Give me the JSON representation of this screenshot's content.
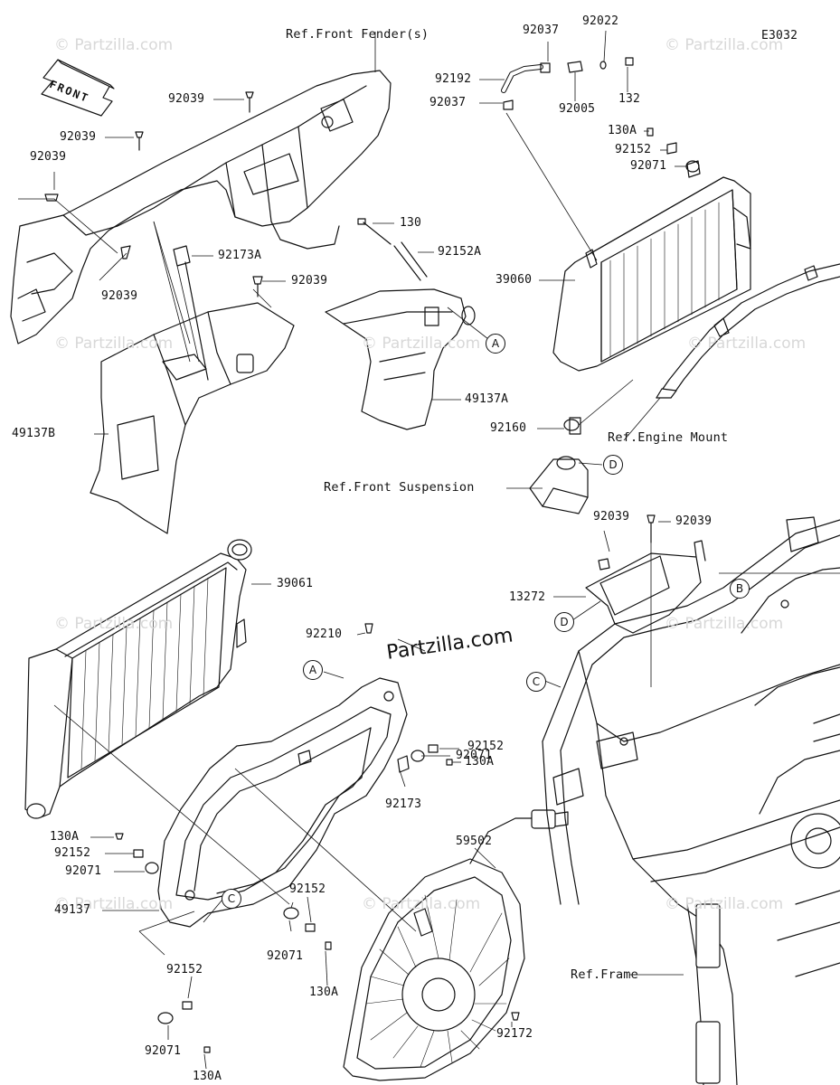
{
  "diagram_code": "E3032",
  "front_arrow_label": "FRONT",
  "brand_watermark": "Partzilla.com",
  "faint_watermark": "© Partzilla.com",
  "refs": {
    "front_fender": "Ref.Front Fender(s)",
    "engine_mount": "Ref.Engine Mount",
    "front_suspension": "Ref.Front Suspension",
    "frame": "Ref.Frame"
  },
  "callouts": {
    "a_upper": "A",
    "a_lower": "A",
    "b": "B",
    "c_left": "C",
    "c_right": "C",
    "d_upper": "D",
    "d_lower": "D"
  },
  "parts": [
    {
      "id": "p1",
      "number": "92037"
    },
    {
      "id": "p2",
      "number": "92022"
    },
    {
      "id": "p3",
      "number": "92192"
    },
    {
      "id": "p4",
      "number": "92037"
    },
    {
      "id": "p5",
      "number": "92005"
    },
    {
      "id": "p6",
      "number": "132"
    },
    {
      "id": "p7",
      "number": "130A"
    },
    {
      "id": "p8",
      "number": "92152"
    },
    {
      "id": "p9",
      "number": "92071"
    },
    {
      "id": "p10",
      "number": "92039"
    },
    {
      "id": "p11",
      "number": "92039"
    },
    {
      "id": "p12",
      "number": "92039"
    },
    {
      "id": "p13",
      "number": "92039"
    },
    {
      "id": "p14",
      "number": "130"
    },
    {
      "id": "p15",
      "number": "92152A"
    },
    {
      "id": "p16",
      "number": "92173A"
    },
    {
      "id": "p17",
      "number": "92039"
    },
    {
      "id": "p18",
      "number": "39060"
    },
    {
      "id": "p19",
      "number": "49137A"
    },
    {
      "id": "p20",
      "number": "92160"
    },
    {
      "id": "p21",
      "number": "49137B"
    },
    {
      "id": "p22",
      "number": "92039"
    },
    {
      "id": "p23",
      "number": "92039"
    },
    {
      "id": "p24",
      "number": "39061"
    },
    {
      "id": "p25",
      "number": "13272"
    },
    {
      "id": "p26",
      "number": "92210"
    },
    {
      "id": "p27",
      "number": "92071"
    },
    {
      "id": "p28",
      "number": "92152"
    },
    {
      "id": "p29",
      "number": "130A"
    },
    {
      "id": "p30",
      "number": "92173"
    },
    {
      "id": "p31",
      "number": "130A"
    },
    {
      "id": "p32",
      "number": "92152"
    },
    {
      "id": "p33",
      "number": "92071"
    },
    {
      "id": "p34",
      "number": "59502"
    },
    {
      "id": "p35",
      "number": "49137"
    },
    {
      "id": "p36",
      "number": "92152"
    },
    {
      "id": "p37",
      "number": "92071"
    },
    {
      "id": "p38",
      "number": "130A"
    },
    {
      "id": "p39",
      "number": "92152"
    },
    {
      "id": "p40",
      "number": "92071"
    },
    {
      "id": "p41",
      "number": "130A"
    },
    {
      "id": "p42",
      "number": "92172"
    }
  ]
}
